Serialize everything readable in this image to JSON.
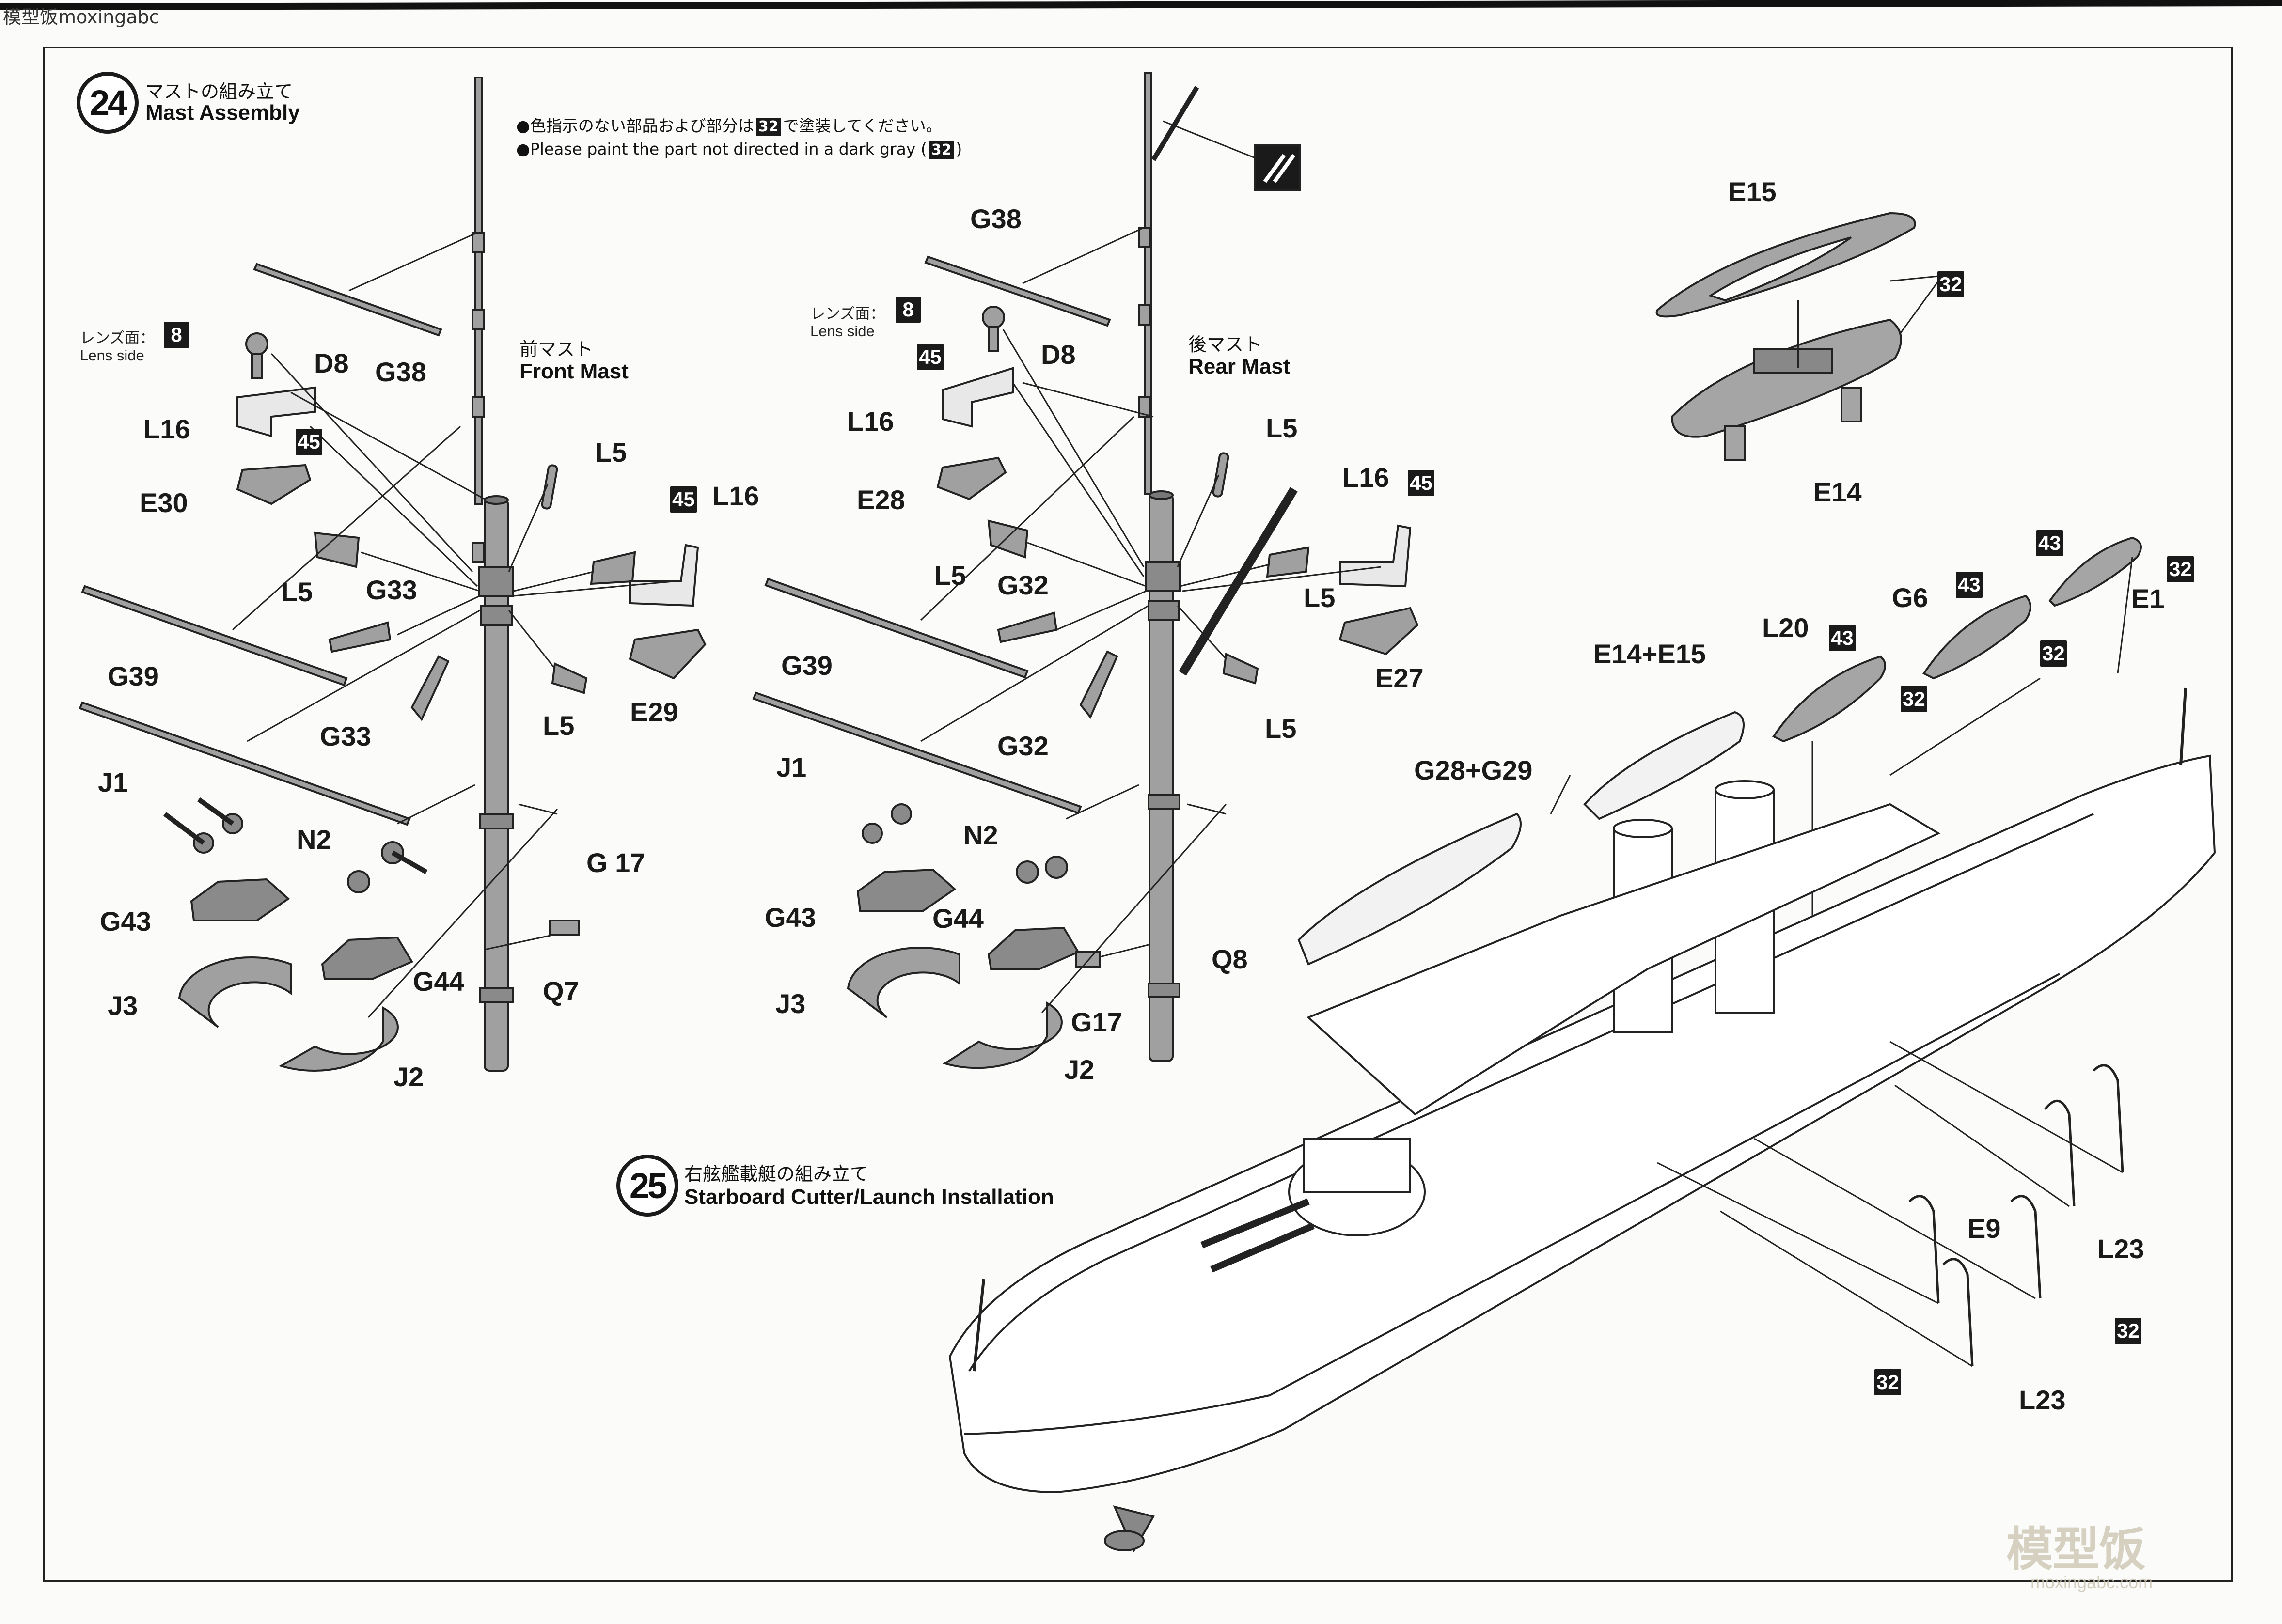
{
  "source_tag": "模型饭moxingabc",
  "step24": {
    "number": "24",
    "title_jp": "マストの組み立て",
    "title_en": "Mast Assembly"
  },
  "step25": {
    "number": "25",
    "title_jp": "右舷艦載艇の組み立て",
    "title_en": "Starboard Cutter/Launch Installation"
  },
  "paint_note": {
    "jp_before": "●色指示のない部品および部分は",
    "jp_after": "で塗装してください。",
    "en_before": "●Please paint the part not directed in a dark gray (",
    "en_after": ")",
    "color_code": "32"
  },
  "front_mast": {
    "title_jp": "前マスト",
    "title_en": "Front Mast",
    "lens_jp": "レンズ面：",
    "lens_en": "Lens side",
    "lens_color": "8",
    "l16_color": "45",
    "l16r_color": "45",
    "labels": {
      "d8": "D8",
      "g38": "G38",
      "l16": "L16",
      "e30": "E30",
      "l5a": "L5",
      "l5b": "L5",
      "l5c": "L5",
      "g33a": "G33",
      "g33b": "G33",
      "g39": "G39",
      "j1": "J1",
      "n2": "N2",
      "g43": "G43",
      "g44": "G44",
      "j3": "J3",
      "j2": "J2",
      "q7": "Q7",
      "g17": "G 17",
      "l16r": "L16",
      "e29": "E29"
    }
  },
  "rear_mast": {
    "title_jp": "後マスト",
    "title_en": "Rear Mast",
    "lens_jp": "レンズ面：",
    "lens_en": "Lens side",
    "lens_color": "8",
    "l16_color": "45",
    "l16r_color": "45",
    "labels": {
      "g38": "G38",
      "d8": "D8",
      "l16": "L16",
      "e28": "E28",
      "l5a": "L5",
      "l5b": "L5",
      "l5c": "L5",
      "l5d": "L5",
      "g32a": "G32",
      "g32b": "G32",
      "g39": "G39",
      "j1": "J1",
      "n2": "N2",
      "g43": "G43",
      "g44": "G44",
      "j3": "J3",
      "g17": "G17",
      "j2": "J2",
      "q8": "Q8",
      "l16r": "L16",
      "e27": "E27"
    }
  },
  "boats": {
    "e15": "E15",
    "e14": "E14",
    "e15_color": "32",
    "e1": "E1",
    "e1_color": "32",
    "e1_color2": "43",
    "g6": "G6",
    "g6_color": "43",
    "g6_color2": "32",
    "l20": "L20",
    "l20_color": "43",
    "l20_color2": "32",
    "e14e15": "E14+E15",
    "g28g29": "G28+G29"
  },
  "davits": {
    "e9": "E9",
    "l23a": "L23",
    "l23b": "L23",
    "color_a": "32",
    "color_b": "32"
  },
  "watermark": {
    "text": "模型饭",
    "url": "moxingabc.com"
  },
  "colors": {
    "ink": "#1a1a1a",
    "part_gray": "#9a9a9a",
    "paper": "#fbfbfa"
  }
}
